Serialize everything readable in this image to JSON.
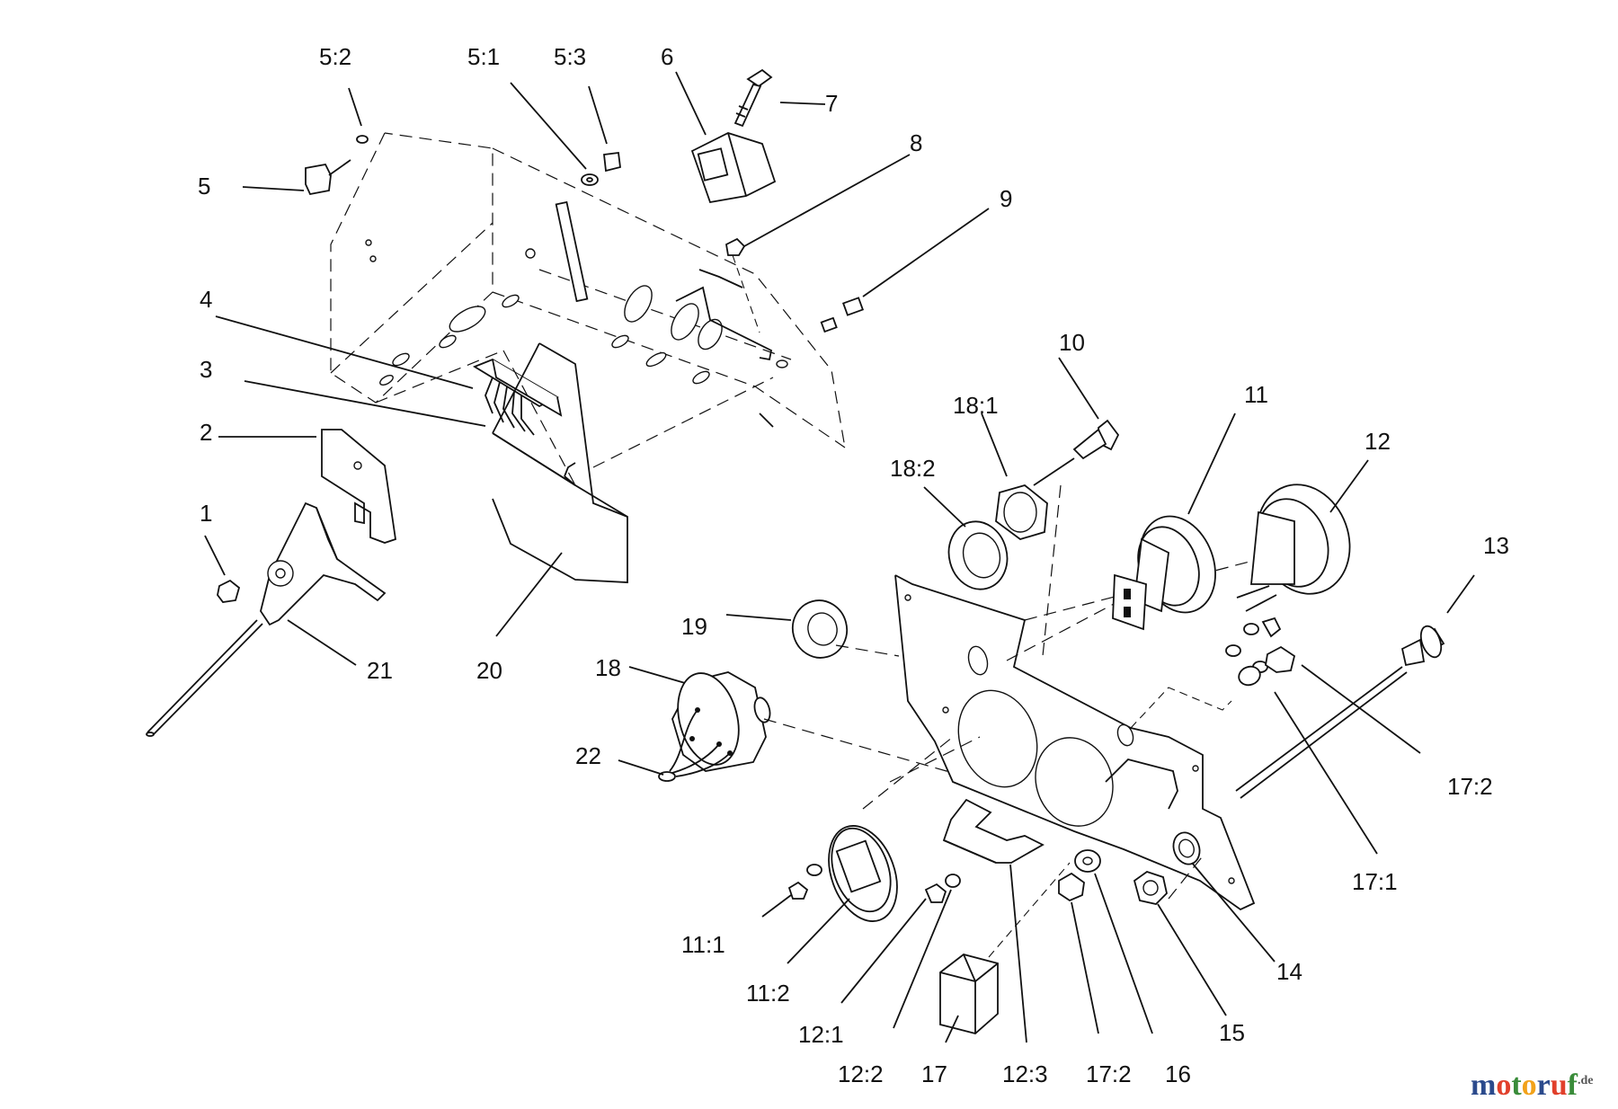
{
  "labels": {
    "l_5_2": "5:2",
    "l_5_1": "5:1",
    "l_5_3": "5:3",
    "l_6": "6",
    "l_7": "7",
    "l_5": "5",
    "l_8": "8",
    "l_9": "9",
    "l_4": "4",
    "l_3": "3",
    "l_2": "2",
    "l_1": "1",
    "l_21": "21",
    "l_20": "20",
    "l_10": "10",
    "l_18_1": "18:1",
    "l_11": "11",
    "l_12": "12",
    "l_18_2": "18:2",
    "l_13": "13",
    "l_19": "19",
    "l_18": "18",
    "l_22": "22",
    "l_17_2a": "17:2",
    "l_17_1": "17:1",
    "l_11_1": "11:1",
    "l_11_2": "11:2",
    "l_12_1": "12:1",
    "l_12_2": "12:2",
    "l_17": "17",
    "l_12_3": "12:3",
    "l_17_2b": "17:2",
    "l_16": "16",
    "l_15": "15",
    "l_14": "14"
  },
  "watermark": {
    "m": "m",
    "o1": "o",
    "t": "t",
    "o2": "o",
    "r": "r",
    "u": "u",
    "f": "f",
    "de": ".de"
  },
  "colors": {
    "line": "#111111",
    "background": "#ffffff",
    "watermark_blue": "#2b4a8c",
    "watermark_red": "#e1402b",
    "watermark_green": "#3a8c3a",
    "watermark_orange": "#f2a21a"
  }
}
